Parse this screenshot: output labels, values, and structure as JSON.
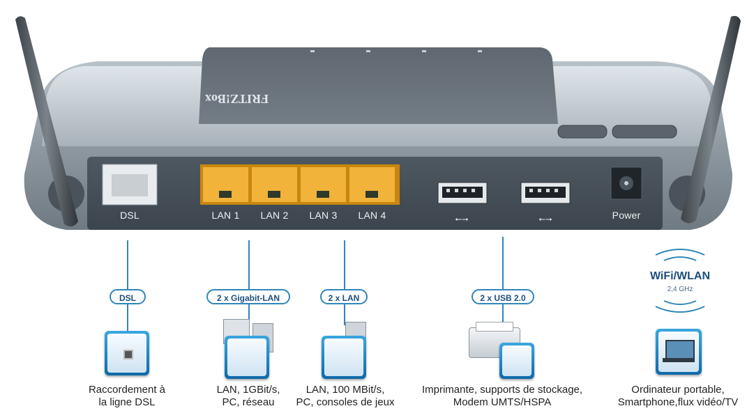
{
  "router": {
    "brand": "FRITZ!Box",
    "ports": {
      "dsl": "DSL",
      "lan1": "LAN 1",
      "lan2": "LAN 2",
      "lan3": "LAN 3",
      "lan4": "LAN 4",
      "power": "Power"
    }
  },
  "connections": {
    "dsl": {
      "badge": "DSL",
      "caption_line1": "Raccordement à",
      "caption_line2": "la ligne DSL"
    },
    "gigabit": {
      "badge": "2 x Gigabit-LAN",
      "caption_line1": "LAN, 1GBit/s,",
      "caption_line2": "PC, réseau"
    },
    "lan": {
      "badge": "2 x LAN",
      "caption_line1": "LAN, 100 MBit/s,",
      "caption_line2": "PC, consoles de jeux"
    },
    "usb": {
      "badge": "2 x USB 2.0",
      "caption_line1": "Imprimante, supports de stockage,",
      "caption_line2": "Modem UMTS/HSPA"
    },
    "wifi": {
      "title": "WiFi/WLAN",
      "subtitle": "2,4 GHz",
      "caption_line1": "Ordinateur portable,",
      "caption_line2": "Smartphone,flux vidéo/TV"
    }
  },
  "colors": {
    "accent": "#2f86b8",
    "lan_port": "#f2b33b",
    "router_body": "#8f9aa3"
  }
}
